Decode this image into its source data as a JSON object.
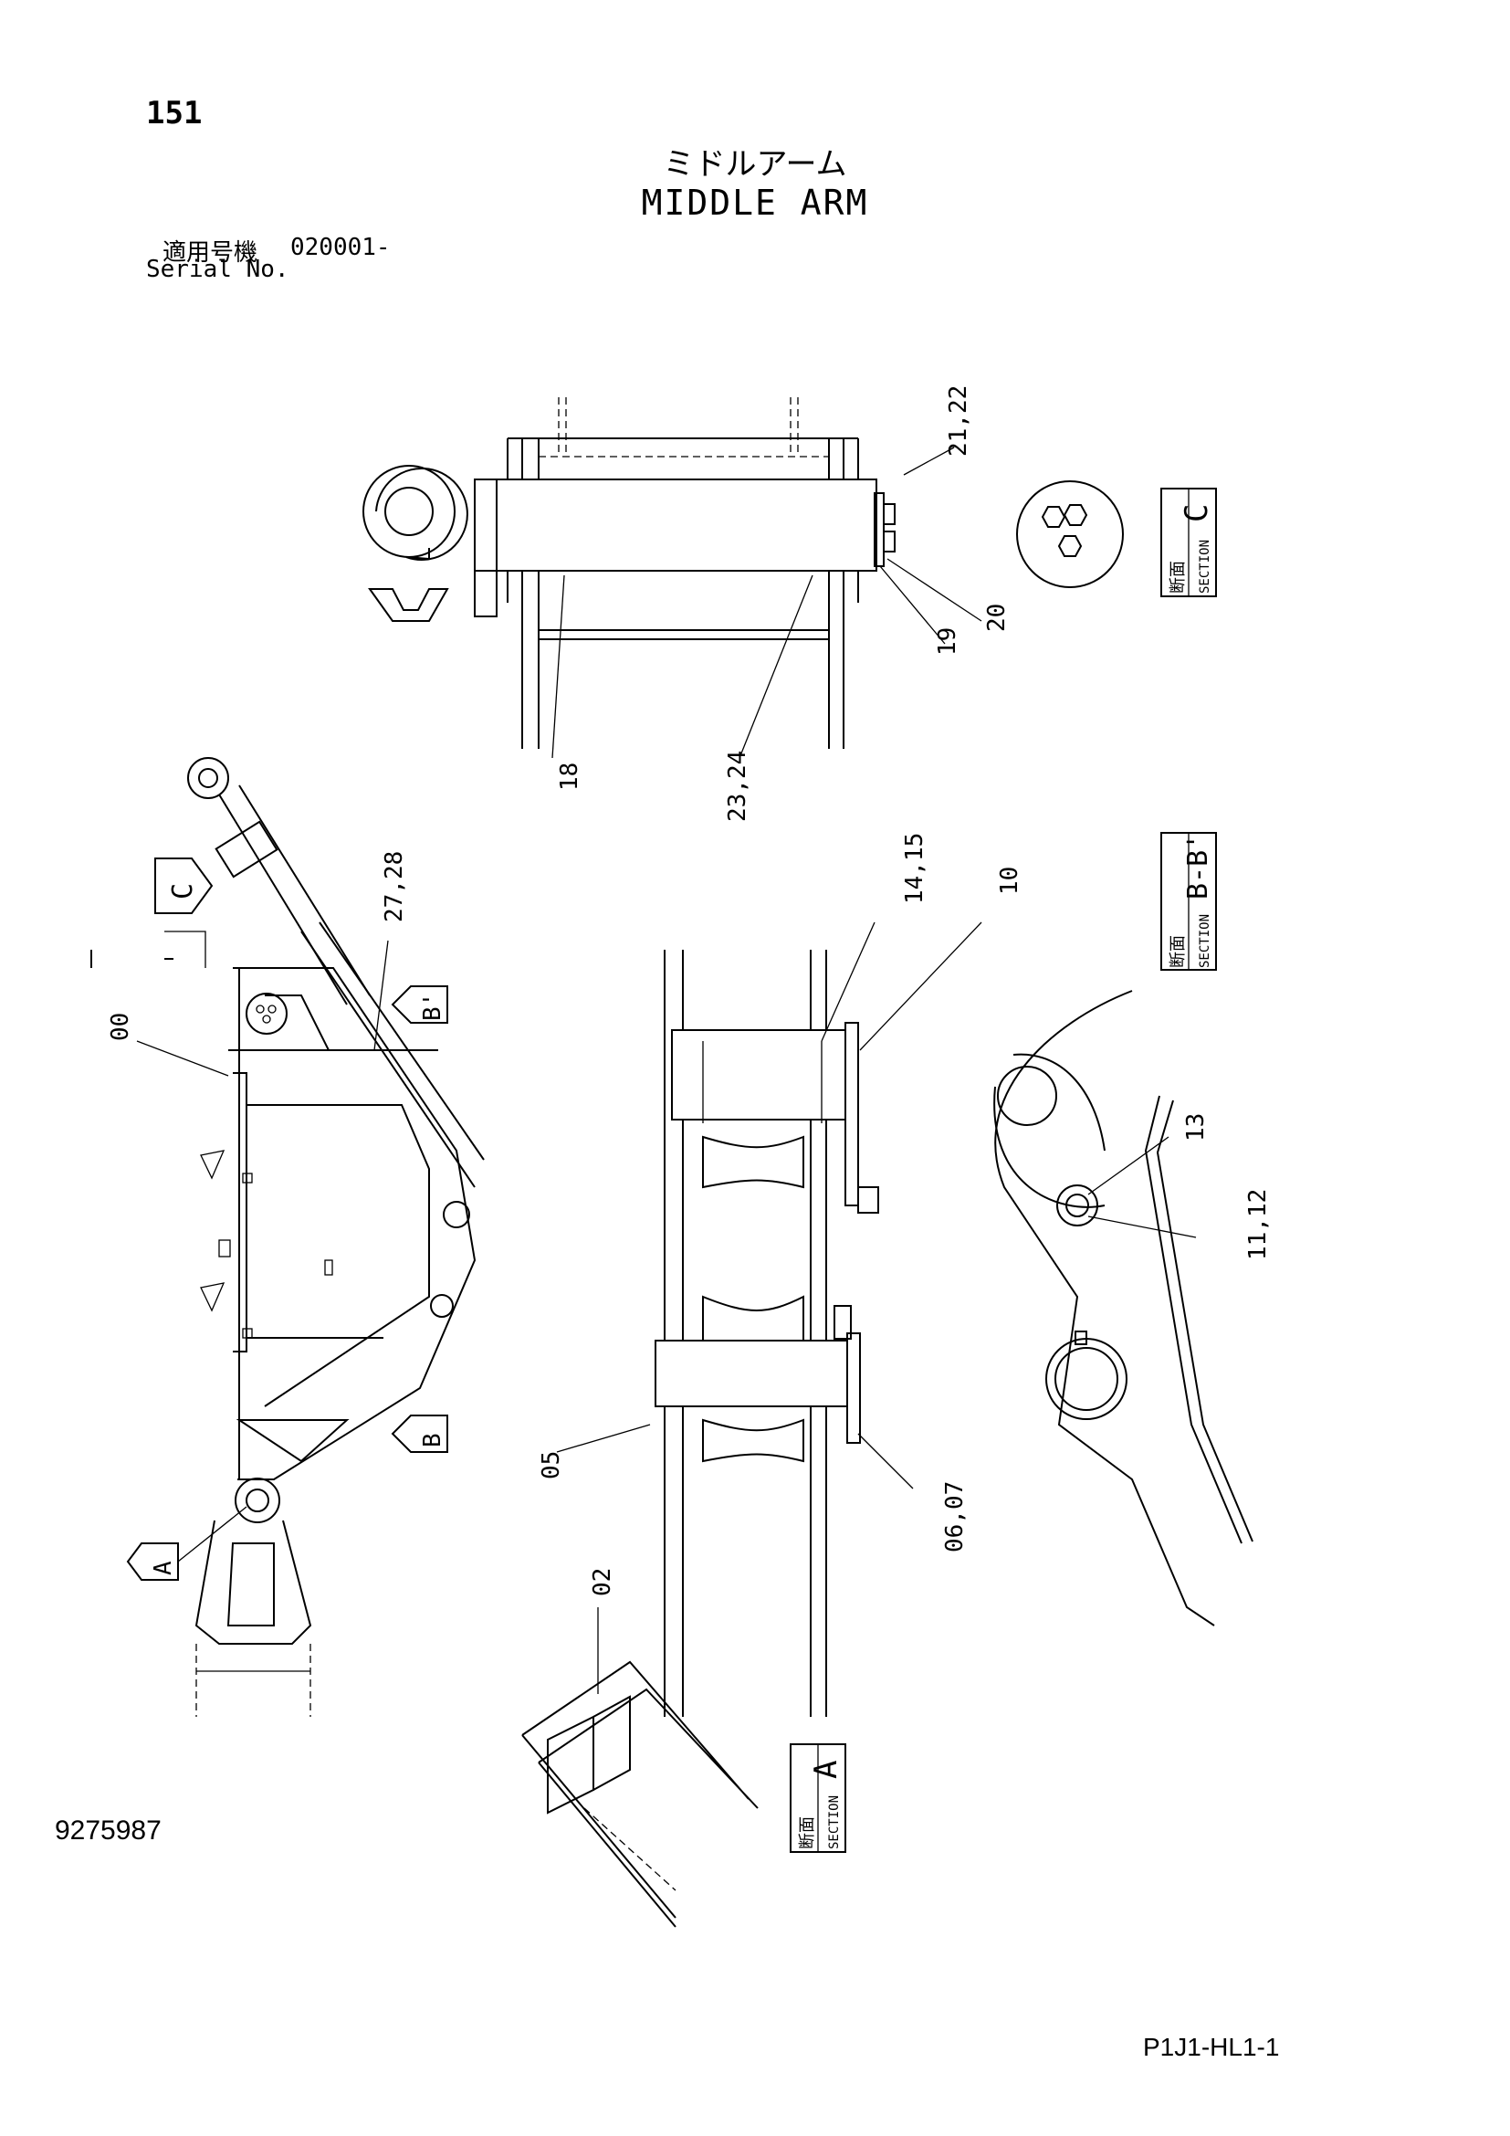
{
  "page": {
    "page_number": "151",
    "title_jp": "ミドルアーム",
    "title_en": "MIDDLE ARM",
    "serial_label_jp": "適用号機",
    "serial_value": "020001-",
    "serial_label_en": "Serial No.",
    "drawing_number": "9275987",
    "page_code": "P1J1-HL1-1"
  },
  "part_numbers": {
    "p00": "00",
    "p02": "02",
    "p05": "05",
    "p06_07": "06,07",
    "p10": "10",
    "p11_12": "11,12",
    "p13": "13",
    "p14_15": "14,15",
    "p18": "18",
    "p19": "19",
    "p20": "20",
    "p21_22": "21,22",
    "p23_24": "23,24",
    "p27_28": "27,28"
  },
  "section_markers": {
    "a": "A",
    "b": "B",
    "b_prime": "B'",
    "c": "C"
  },
  "section_labels": {
    "jp": "断面",
    "en": "SECTION",
    "c": "C",
    "bb": "B-B'",
    "a": "A"
  }
}
